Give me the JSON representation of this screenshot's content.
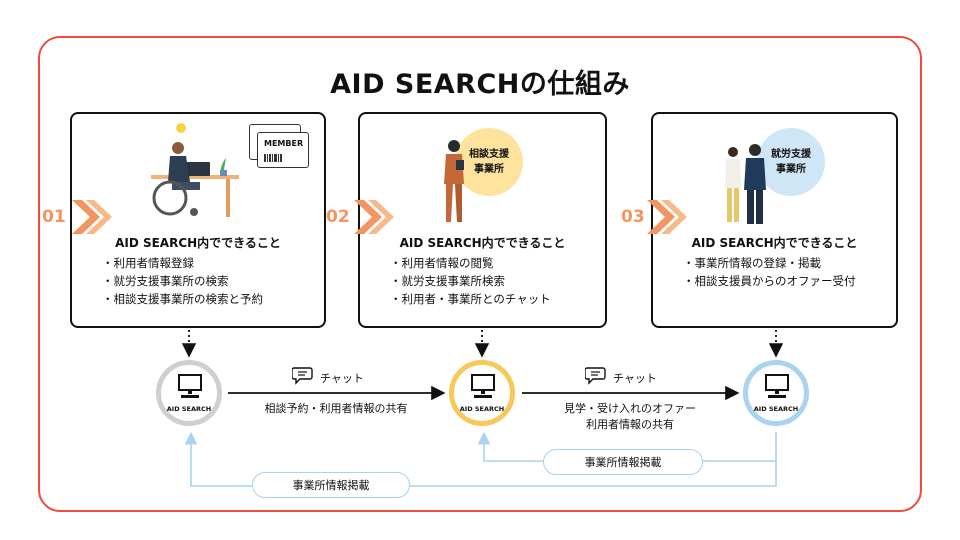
{
  "title": "AID SEARCHの仕組み",
  "steps": [
    {
      "number": "01",
      "heading": "AID SEARCH内でできること",
      "items": [
        "・利用者情報登録",
        "・就労支援事業所の検索",
        "・相談支援事業所の検索と予約"
      ],
      "card_text": "MEMBER"
    },
    {
      "number": "02",
      "heading": "AID SEARCH内でできること",
      "items": [
        "・利用者情報の閲覧",
        "・就労支援事業所検索",
        "・利用者・事業所とのチャット"
      ],
      "badge_line1": "相談支援",
      "badge_line2": "事業所"
    },
    {
      "number": "03",
      "heading": "AID SEARCH内でできること",
      "items": [
        "・事業所情報の登録・掲載",
        "・相談支援員からのオファー受付"
      ],
      "badge_line1": "就労支援",
      "badge_line2": "事業所"
    }
  ],
  "nodes": [
    {
      "label": "AID SEARCH"
    },
    {
      "label": "AID SEARCH"
    },
    {
      "label": "AID SEARCH"
    }
  ],
  "flows": {
    "chat1": "チャット",
    "chat2": "チャット",
    "flow1": "相談予約・利用者情報の共有",
    "flow2_line1": "見学・受け入れのオファー",
    "flow2_line2": "利用者情報の共有",
    "pill_right": "事業所情報掲載",
    "pill_left": "事業所情報掲載"
  },
  "colors": {
    "frame": "#ee4b3a",
    "accent_orange": "#f39560",
    "node1_ring": "#cfcfcf",
    "node2_ring": "#f7c95a",
    "node3_ring": "#a9d3ef",
    "badge_yellow": "#fde39b",
    "badge_blue": "#cfe6f7",
    "return_line": "#a9d3ef"
  }
}
